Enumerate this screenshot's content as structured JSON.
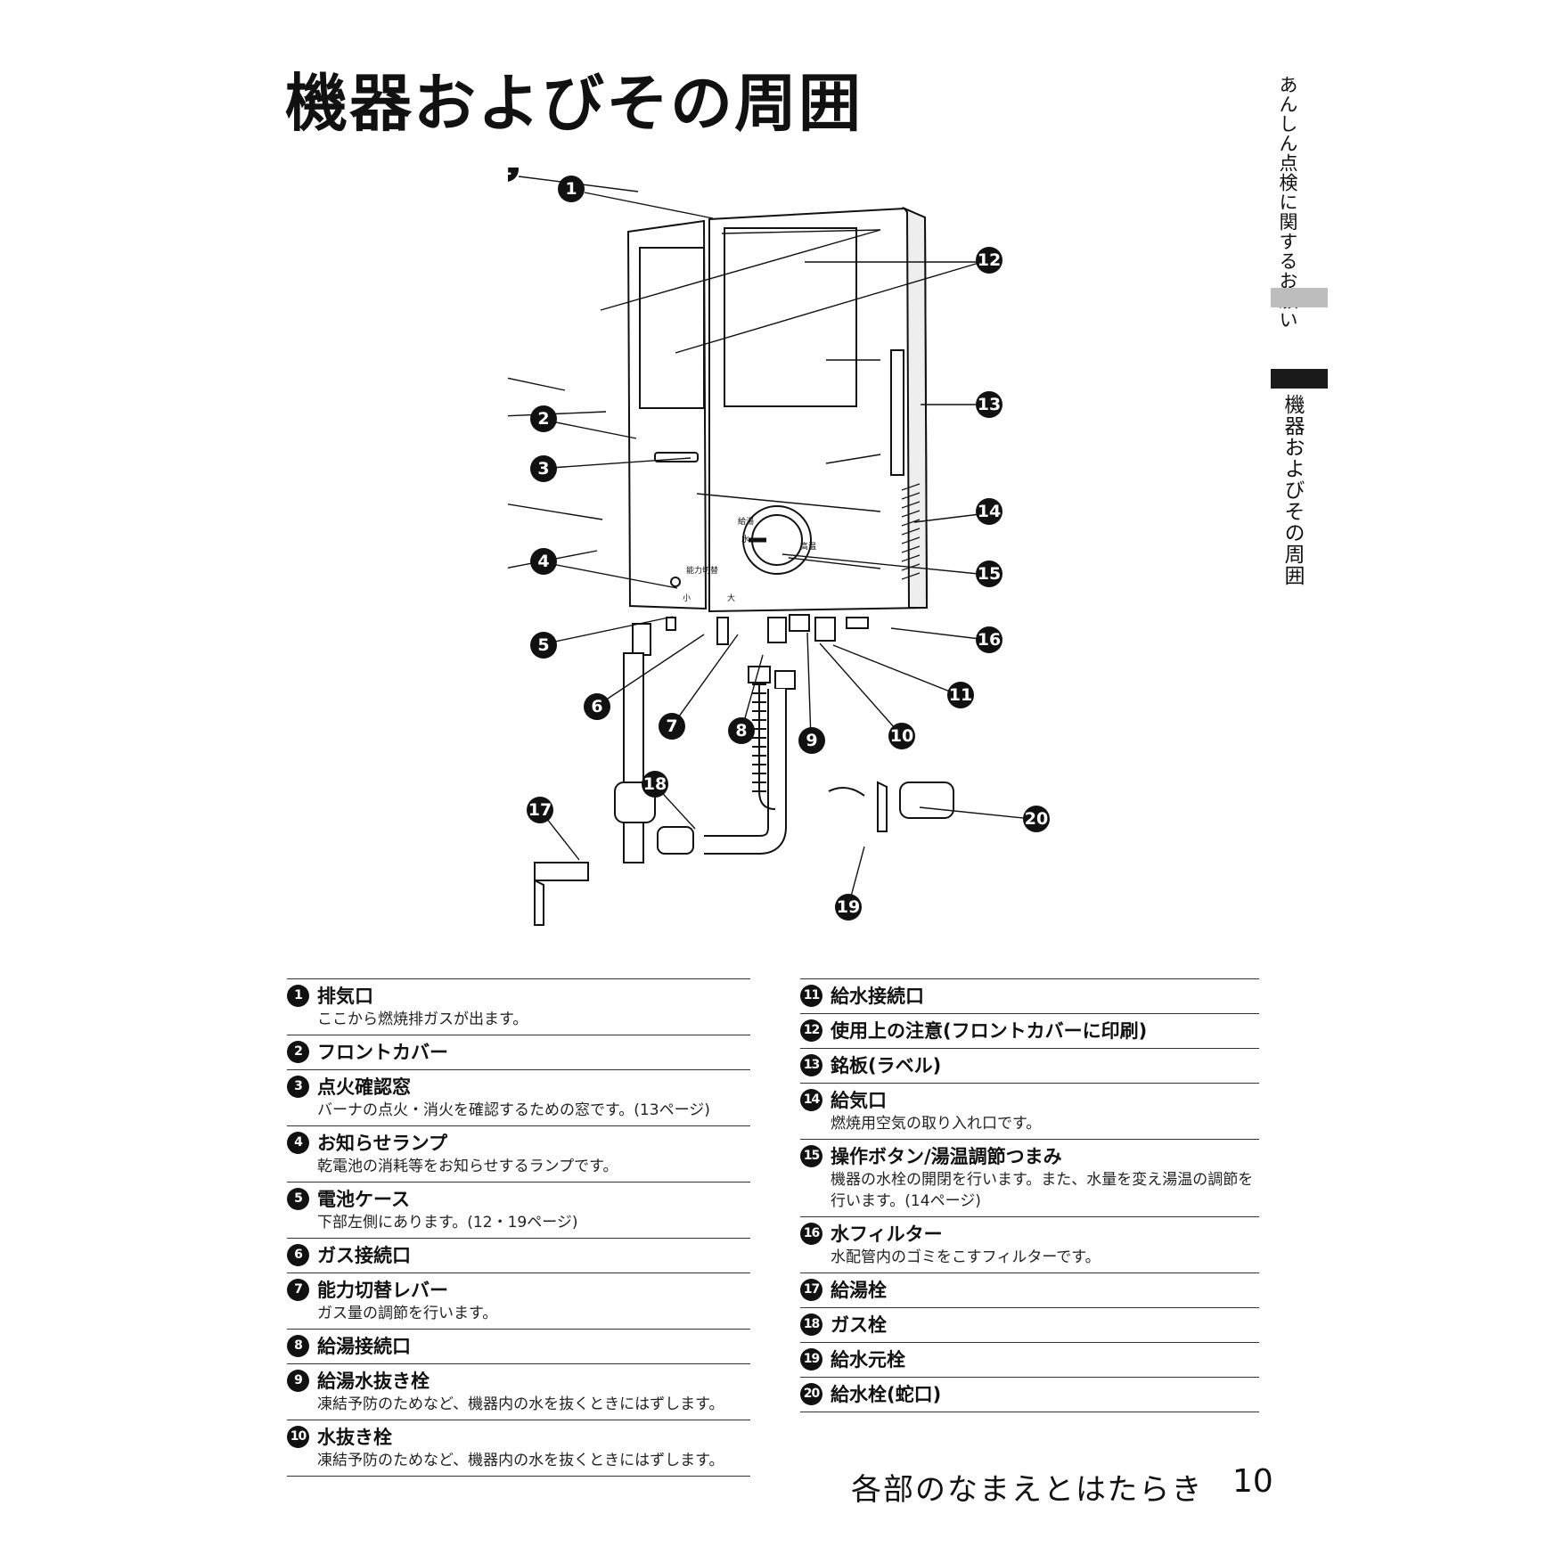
{
  "title": "機器およびその周囲",
  "side_tabs": [
    "あんしん点検に関するお願い",
    "機器およびその周囲"
  ],
  "diagram": {
    "dial_labels": [
      "給湯",
      "水",
      "高温"
    ],
    "lever_labels": [
      "能力切替",
      "小",
      "大"
    ]
  },
  "parts": [
    {
      "num": "1",
      "name": "排気口",
      "desc": "ここから燃焼排ガスが出ます。"
    },
    {
      "num": "2",
      "name": "フロントカバー",
      "desc": ""
    },
    {
      "num": "3",
      "name": "点火確認窓",
      "desc": "バーナの点火・消火を確認するための窓です。(13ページ)"
    },
    {
      "num": "4",
      "name": "お知らせランプ",
      "desc": "乾電池の消耗等をお知らせするランプです。"
    },
    {
      "num": "5",
      "name": "電池ケース",
      "desc": "下部左側にあります。(12・19ページ)"
    },
    {
      "num": "6",
      "name": "ガス接続口",
      "desc": ""
    },
    {
      "num": "7",
      "name": "能力切替レバー",
      "desc": "ガス量の調節を行います。"
    },
    {
      "num": "8",
      "name": "給湯接続口",
      "desc": ""
    },
    {
      "num": "9",
      "name": "給湯水抜き栓",
      "desc": "凍結予防のためなど、機器内の水を抜くときにはずします。"
    },
    {
      "num": "10",
      "name": "水抜き栓",
      "desc": "凍結予防のためなど、機器内の水を抜くときにはずします。"
    },
    {
      "num": "11",
      "name": "給水接続口",
      "desc": ""
    },
    {
      "num": "12",
      "name": "使用上の注意(フロントカバーに印刷)",
      "desc": ""
    },
    {
      "num": "13",
      "name": "銘板(ラベル)",
      "desc": ""
    },
    {
      "num": "14",
      "name": "給気口",
      "desc": "燃焼用空気の取り入れ口です。"
    },
    {
      "num": "15",
      "name": "操作ボタン/湯温調節つまみ",
      "desc": "機器の水栓の開閉を行います。また、水量を変え湯温の調節を行います。(14ページ)"
    },
    {
      "num": "16",
      "name": "水フィルター",
      "desc": "水配管内のゴミをこすフィルターです。"
    },
    {
      "num": "17",
      "name": "給湯栓",
      "desc": ""
    },
    {
      "num": "18",
      "name": "ガス栓",
      "desc": ""
    },
    {
      "num": "19",
      "name": "給水元栓",
      "desc": ""
    },
    {
      "num": "20",
      "name": "給水栓(蛇口)",
      "desc": ""
    }
  ],
  "footer": {
    "section": "各部のなまえとはたらき",
    "page": "10"
  }
}
